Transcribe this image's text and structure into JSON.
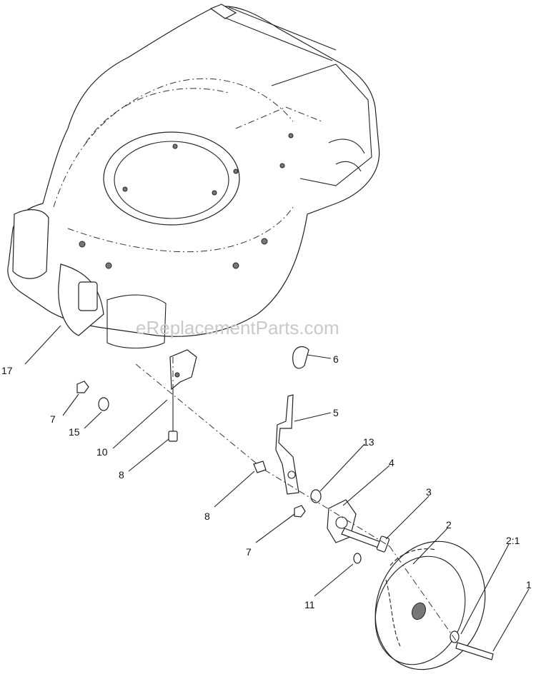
{
  "watermark": "eReplacementParts.com",
  "callouts": [
    {
      "id": "17",
      "text": "17"
    },
    {
      "id": "7a",
      "text": "7"
    },
    {
      "id": "15",
      "text": "15"
    },
    {
      "id": "10",
      "text": "10"
    },
    {
      "id": "8a",
      "text": "8"
    },
    {
      "id": "6",
      "text": "6"
    },
    {
      "id": "5",
      "text": "5"
    },
    {
      "id": "13",
      "text": "13"
    },
    {
      "id": "4",
      "text": "4"
    },
    {
      "id": "3",
      "text": "3"
    },
    {
      "id": "8b",
      "text": "8"
    },
    {
      "id": "2",
      "text": "2"
    },
    {
      "id": "7b",
      "text": "7"
    },
    {
      "id": "21",
      "text": "2:1"
    },
    {
      "id": "1",
      "text": "1"
    },
    {
      "id": "11",
      "text": "11"
    }
  ]
}
